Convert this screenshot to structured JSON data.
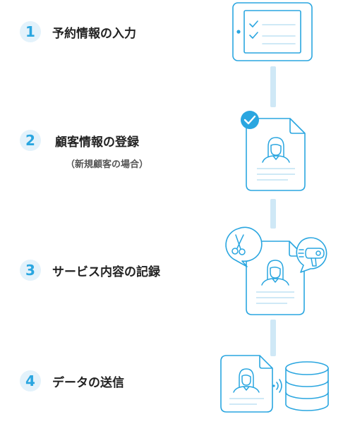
{
  "steps": [
    {
      "number": "1",
      "title": "予約情報の入力",
      "icon": "tablet-checklist-icon"
    },
    {
      "number": "2",
      "title": "顧客情報の登録",
      "subtitle": "（新規顧客の場合）",
      "icon": "customer-document-check-icon"
    },
    {
      "number": "3",
      "title": "サービス内容の記録",
      "icon": "service-record-icon"
    },
    {
      "number": "4",
      "title": "データの送信",
      "icon": "data-transmit-database-icon"
    }
  ],
  "colors": {
    "accent": "#2aa6e0",
    "badge_bg": "#e3f2fb",
    "connector": "#cfe8f6",
    "text": "#222222"
  }
}
